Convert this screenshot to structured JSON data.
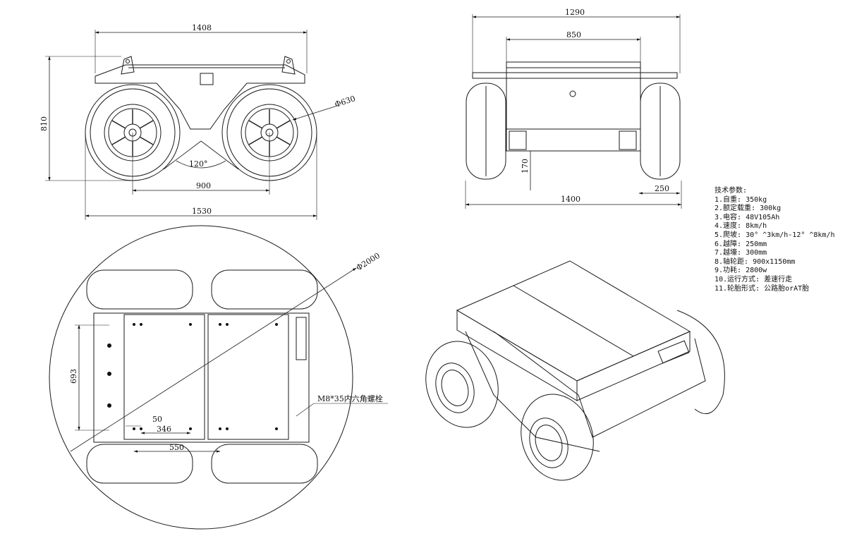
{
  "side_view": {
    "dims": {
      "overall_top_width": "1408",
      "height": "810",
      "wheel_diameter": "Φ630",
      "angle": "120°",
      "wheelbase": "900",
      "overall_length": "1530"
    }
  },
  "front_view": {
    "dims": {
      "overall_top_width": "1290",
      "body_width": "850",
      "ground_clearance": "170",
      "track_width": "1400",
      "tire_width": "250"
    }
  },
  "top_view": {
    "dims": {
      "turning_circle": "Φ2000",
      "mount_span_y": "693",
      "edge_offset": "50",
      "hole_spacing_x": "346",
      "hole_spacing_total": "550"
    },
    "bolt_note": "M8*35内六角螺栓"
  },
  "specs": {
    "title": "技术参数:",
    "items": [
      "1.自重: 350kg",
      "2.额定载重: 300kg",
      "3.电容: 48V105Ah",
      "4.速度: 8km/h",
      "5.爬坡: 30° ^3km/h-12° ^8km/h",
      "6.越障: 250mm",
      "7.越壕: 300mm",
      "8.轴轮距: 900x1150mm",
      "9.功耗: 2800w",
      "10.运行方式: 差速行走",
      "11.轮胎形式: 公路胎orAT胎"
    ]
  },
  "colors": {
    "line": "#1a1a1a",
    "background": "#ffffff"
  }
}
